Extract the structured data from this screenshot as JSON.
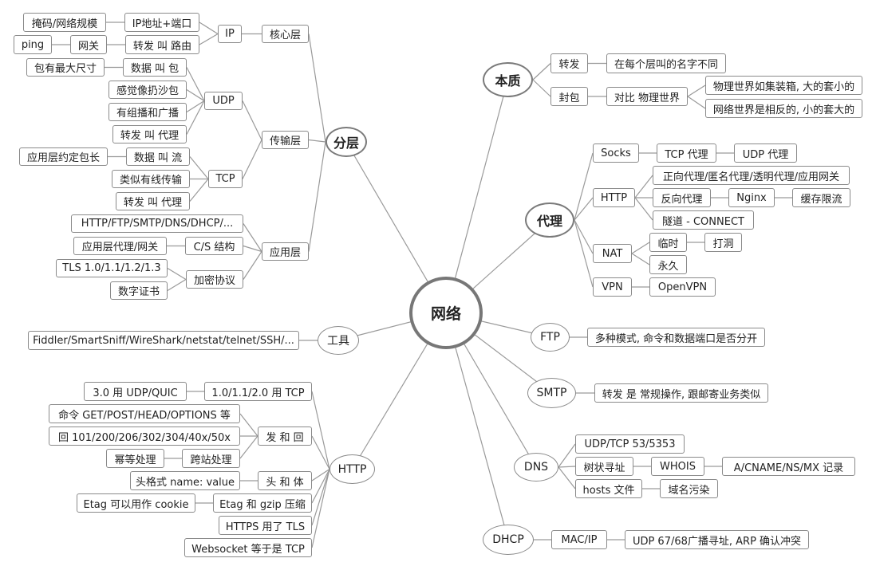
{
  "title": "网络",
  "colors": {
    "line": "#9a9a9a",
    "border": "#8a8a8a",
    "center_border": "#777777"
  },
  "nodes": {
    "center": "网络",
    "layers": "分层",
    "core": "核心层",
    "ip": "IP",
    "ip_addr": "IP地址+端口",
    "mask": "掩码/网络规模",
    "route": "转发 叫 路由",
    "gateway": "网关",
    "ping": "ping",
    "transport": "传输层",
    "udp": "UDP",
    "udp_packet": "数据 叫 包",
    "udp_maxsize": "包有最大尺寸",
    "udp_sand": "感觉像扔沙包",
    "udp_multicast": "有组播和广播",
    "udp_proxy": "转发 叫 代理",
    "tcp": "TCP",
    "tcp_stream": "数据 叫 流",
    "tcp_len": "应用层约定包长",
    "tcp_wired": "类似有线传输",
    "tcp_proxy": "转发 叫 代理",
    "app": "应用层",
    "app_protocols": "HTTP/FTP/SMTP/DNS/DHCP/...",
    "cs": "C/S 结构",
    "app_gateway": "应用层代理/网关",
    "crypto": "加密协议",
    "tls": "TLS 1.0/1.1/1.2/1.3",
    "cert": "数字证书",
    "tools": "工具",
    "tools_list": "Fiddler/SmartSniff/WireShark/netstat/telnet/SSH/...",
    "http": "HTTP",
    "http_tcp": "1.0/1.1/2.0 用 TCP",
    "http_quic": "3.0 用 UDP/QUIC",
    "http_req": "发 和 回",
    "http_cmd": "命令 GET/POST/HEAD/OPTIONS 等",
    "http_codes": "回 101/200/206/302/304/40x/50x",
    "http_xsite": "跨站处理",
    "http_idem": "幂等处理",
    "http_hb": "头 和 体",
    "http_hfmt": "头格式 name: value",
    "http_etag": "Etag 和 gzip 压缩",
    "http_cookie": "Etag 可以用作 cookie",
    "http_tls": "HTTPS 用了 TLS",
    "http_ws": "Websocket 等于是 TCP",
    "essence": "本质",
    "ess_fwd": "转发",
    "ess_names": "在每个层叫的名字不同",
    "ess_pack": "封包",
    "ess_cmp": "对比 物理世界",
    "ess_phys": "物理世界如集装箱, 大的套小的",
    "ess_net": "网络世界是相反的, 小的套大的",
    "proxy": "代理",
    "socks": "Socks",
    "socks_tcp": "TCP 代理",
    "socks_udp": "UDP 代理",
    "phttp": "HTTP",
    "phttp_fwd": "正向代理/匿名代理/透明代理/应用网关",
    "phttp_rev": "反向代理",
    "nginx": "Nginx",
    "cache": "缓存限流",
    "tunnel": "隧道 - CONNECT",
    "nat": "NAT",
    "nat_tmp": "临时",
    "punch": "打洞",
    "nat_perm": "永久",
    "vpn": "VPN",
    "openvpn": "OpenVPN",
    "ftp": "FTP",
    "ftp_desc": "多种模式, 命令和数据端口是否分开",
    "smtp": "SMTP",
    "smtp_desc": "转发 是 常规操作, 跟邮寄业务类似",
    "dns": "DNS",
    "dns_port": "UDP/TCP 53/5353",
    "dns_tree": "树状寻址",
    "whois": "WHOIS",
    "records": "A/CNAME/NS/MX 记录",
    "hosts": "hosts 文件",
    "poison": "域名污染",
    "dhcp": "DHCP",
    "macip": "MAC/IP",
    "dhcp_desc": "UDP 67/68广播寻址, ARP 确认冲突"
  }
}
